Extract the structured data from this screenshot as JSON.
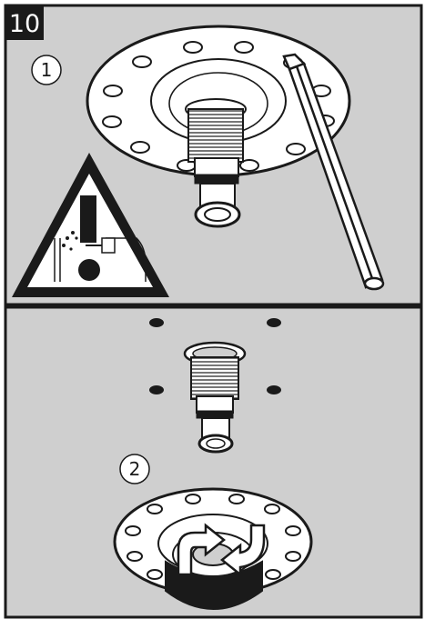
{
  "step": {
    "number": "10"
  },
  "panel_top": {
    "callout": "1"
  },
  "panel_bottom": {
    "callout": "2"
  },
  "colors": {
    "panel_bg": "#cfcfcf",
    "ink": "#1a1a1a",
    "paper": "#ffffff",
    "badge": "#1a1a1a"
  },
  "icons": [
    "warning-triangle-icon",
    "pencil-icon",
    "bolt-hole-icon",
    "rotate-arrow-icon"
  ]
}
